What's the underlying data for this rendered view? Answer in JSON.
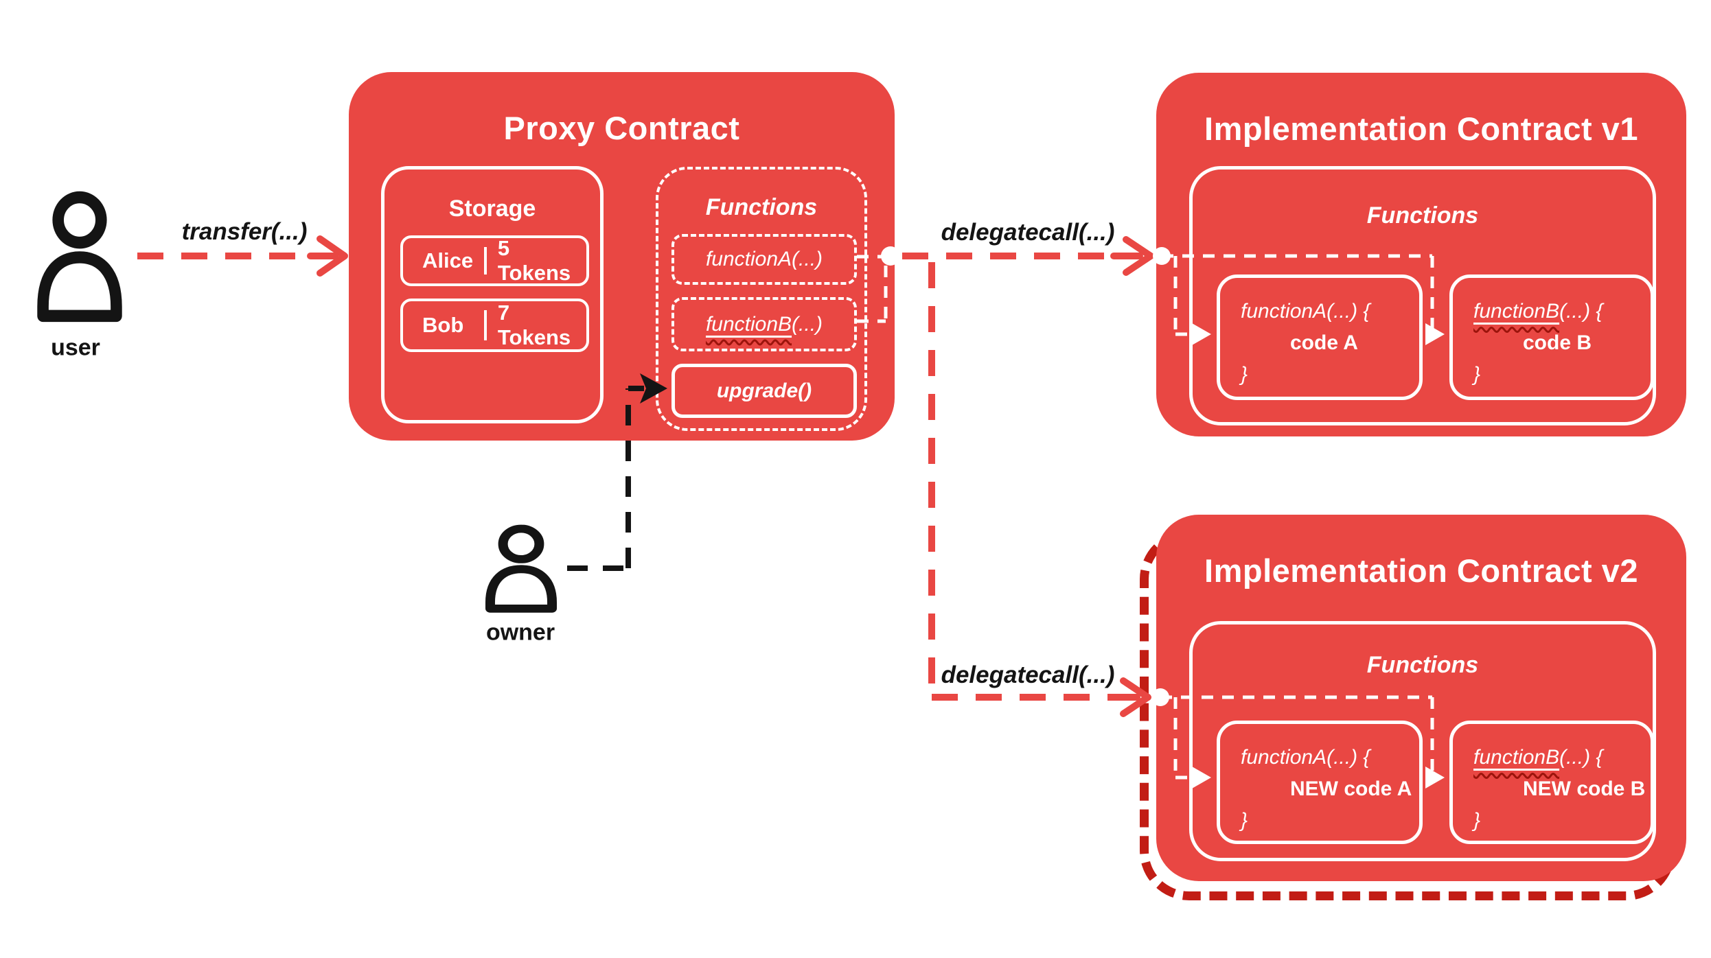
{
  "colors": {
    "box_red": "#E94743",
    "outline_dark_red": "#C21D15",
    "squiggle_red": "#9C140C",
    "text_black": "#141414",
    "white": "#ffffff"
  },
  "actors": {
    "user": "user",
    "owner": "owner"
  },
  "labels": {
    "transfer": "transfer(...)",
    "delegatecall_v1": "delegatecall(...)",
    "delegatecall_v2": "delegatecall(...)"
  },
  "proxy": {
    "title": "Proxy Contract",
    "storage": {
      "title": "Storage",
      "rows": [
        {
          "name": "Alice",
          "tokens": "5 Tokens"
        },
        {
          "name": "Bob",
          "tokens": "7 Tokens"
        }
      ]
    },
    "functions": {
      "title": "Functions",
      "functionA": "functionA(...)",
      "functionB_name": "functionB",
      "functionB_rest": "(...)",
      "upgrade": "upgrade()"
    }
  },
  "impl_v1": {
    "title": "Implementation Contract v1",
    "functions": {
      "title": "Functions",
      "functionA": {
        "signature": "functionA(...) {",
        "body": "code A",
        "close": "}"
      },
      "functionB": {
        "name": "functionB",
        "signature_rest": "(...) {",
        "body": "code B",
        "close": "}"
      }
    }
  },
  "impl_v2": {
    "title": "Implementation Contract v2",
    "functions": {
      "title": "Functions",
      "functionA": {
        "signature": "functionA(...) {",
        "body": "NEW code A",
        "close": "}"
      },
      "functionB": {
        "name": "functionB",
        "signature_rest": "(...) {",
        "body": "NEW code B",
        "close": "}"
      }
    }
  }
}
